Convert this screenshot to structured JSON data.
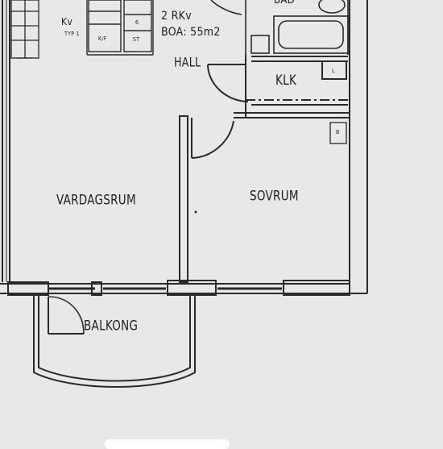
{
  "header": {
    "unit_code": "Kv",
    "unit_type": "TYP 1",
    "rooms": "2 RKv",
    "area": "BOA: 55m2"
  },
  "rooms": {
    "bad": "BAD",
    "hall": "HALL",
    "klk": "KLK",
    "vardagsrum": "VARDAGSRUM",
    "sovrum": "SOVRUM",
    "balkong": "BALKONG"
  },
  "fixtures": {
    "cabinet_1": "K/F",
    "cabinet_2": "ST",
    "cabinet_3": "6",
    "wardrobe_mark": "L",
    "wardrobe_mark_2": "B"
  },
  "colors": {
    "paper": "#e8e8e6",
    "ink": "#2a2a2a"
  }
}
